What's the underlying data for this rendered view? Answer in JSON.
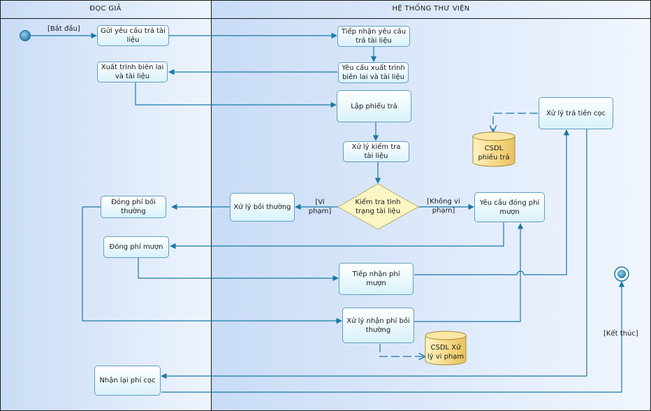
{
  "lanes": {
    "reader": "ĐỌC GIẢ",
    "system": "HỆ THỐNG THƯ VIỆN"
  },
  "nodes": {
    "send_request": "Gửi yêu cầu trả tài liệu",
    "receive_request": "Tiếp nhận yêu cầu trả tài liệu",
    "request_present": "Yêu cầu xuất trình biên lai và tài liệu",
    "present_receipt": "Xuất trình biên lai và tài liệu",
    "create_slip": "Lập phiếu trả",
    "process_check": "Xử lý kiểm tra tài liệu",
    "check_condition": "Kiểm tra tình trạng tài liệu",
    "process_compensation": "Xử lý bồi thường",
    "pay_compensation": "Đóng phí bồi thường",
    "request_borrow_fee": "Yêu cầu đóng phí mượn",
    "pay_borrow_fee": "Đóng phí mượn",
    "receive_borrow_fee": "Tiếp nhận phí mượn",
    "process_compensation_fee": "Xử lý nhận phí bồi thường",
    "process_deposit_refund": "Xử lý trả tiền cọc",
    "receive_deposit": "Nhận lại phí cọc",
    "db_slip": "CSDL phiếu trả",
    "db_violation": "CSDL Xử lý vi phạm"
  },
  "guards": {
    "start": "[Bắt đầu]",
    "violation": "[Vi phạm]",
    "no_violation": "[Không vi phạm]",
    "end": "[Kết thúc]"
  },
  "colors": {
    "flow": "#1a78a8",
    "node_border": "#5f9ec4",
    "decision_fill": "#fbf6c4",
    "db_fill": "#f4d67c"
  }
}
